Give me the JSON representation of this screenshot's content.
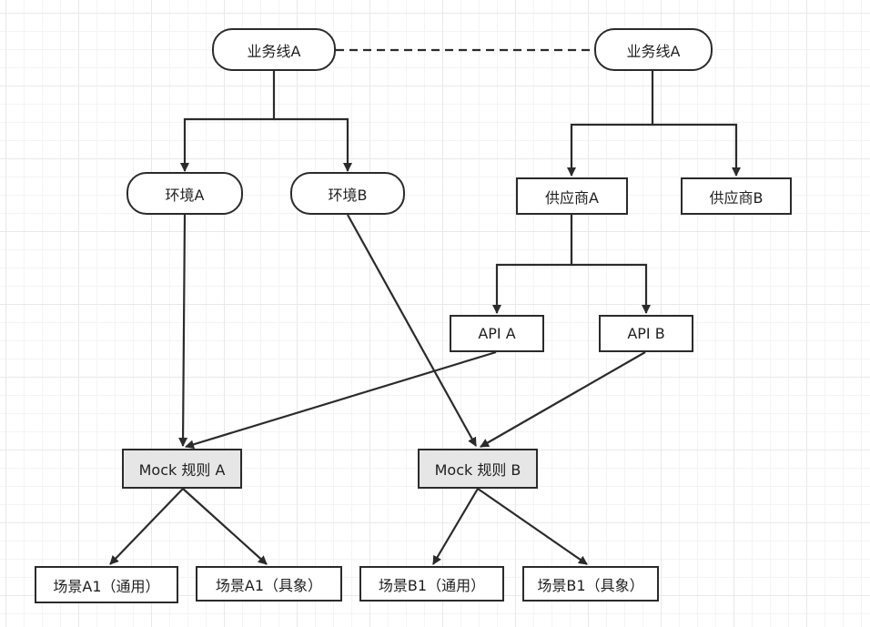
{
  "nodes": {
    "biz_a_left": "业务线A",
    "biz_a_right": "业务线A",
    "env_a": "环境A",
    "env_b": "环境B",
    "supplier_a": "供应商A",
    "supplier_b": "供应商B",
    "api_a": "API A",
    "api_b": "API B",
    "mock_a": "Mock 规则 A",
    "mock_b": "Mock 规则 B",
    "scene_a1_general": "场景A1（通用）",
    "scene_a1_specific": "场景A1（具象）",
    "scene_b1_general": "场景B1（通用）",
    "scene_b1_specific": "场景B1（具象）"
  },
  "colors": {
    "stroke": "#2b2b2b",
    "mock_fill": "#e6e6e6"
  }
}
